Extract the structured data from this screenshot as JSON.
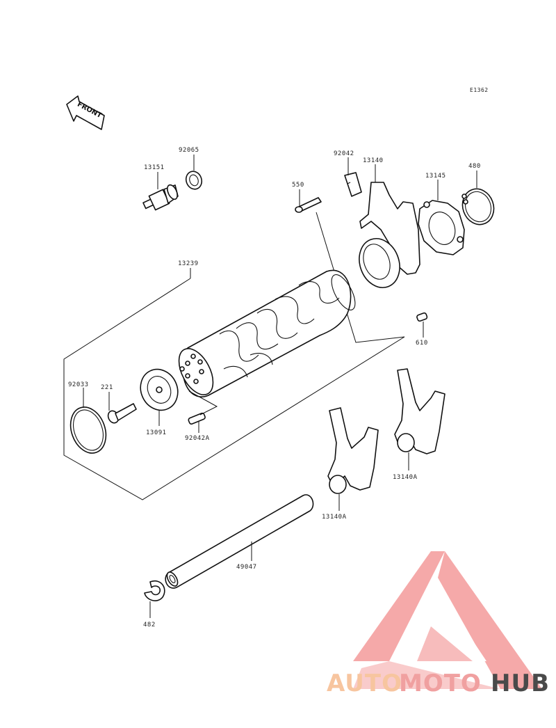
{
  "diagram_code": "E1362",
  "front_label": "FRONT",
  "parts": {
    "p92065": "92065",
    "p13151": "13151",
    "p92042": "92042",
    "p13140": "13140",
    "p13145": "13145",
    "p480": "480",
    "p550": "550",
    "p13239": "13239",
    "p610": "610",
    "p92033": "92033",
    "p221": "221",
    "p13091": "13091",
    "p92042A": "92042A",
    "p13140A_right": "13140A",
    "p13140A_left": "13140A",
    "p49047": "49047",
    "p482": "482"
  },
  "watermark": {
    "part1": "AUTO",
    "part2": "MOTO",
    "part3": "HUB",
    "color_light": "#f7c59f",
    "color_red": "#f0a0a0",
    "color_dark": "#4a4a4a"
  }
}
